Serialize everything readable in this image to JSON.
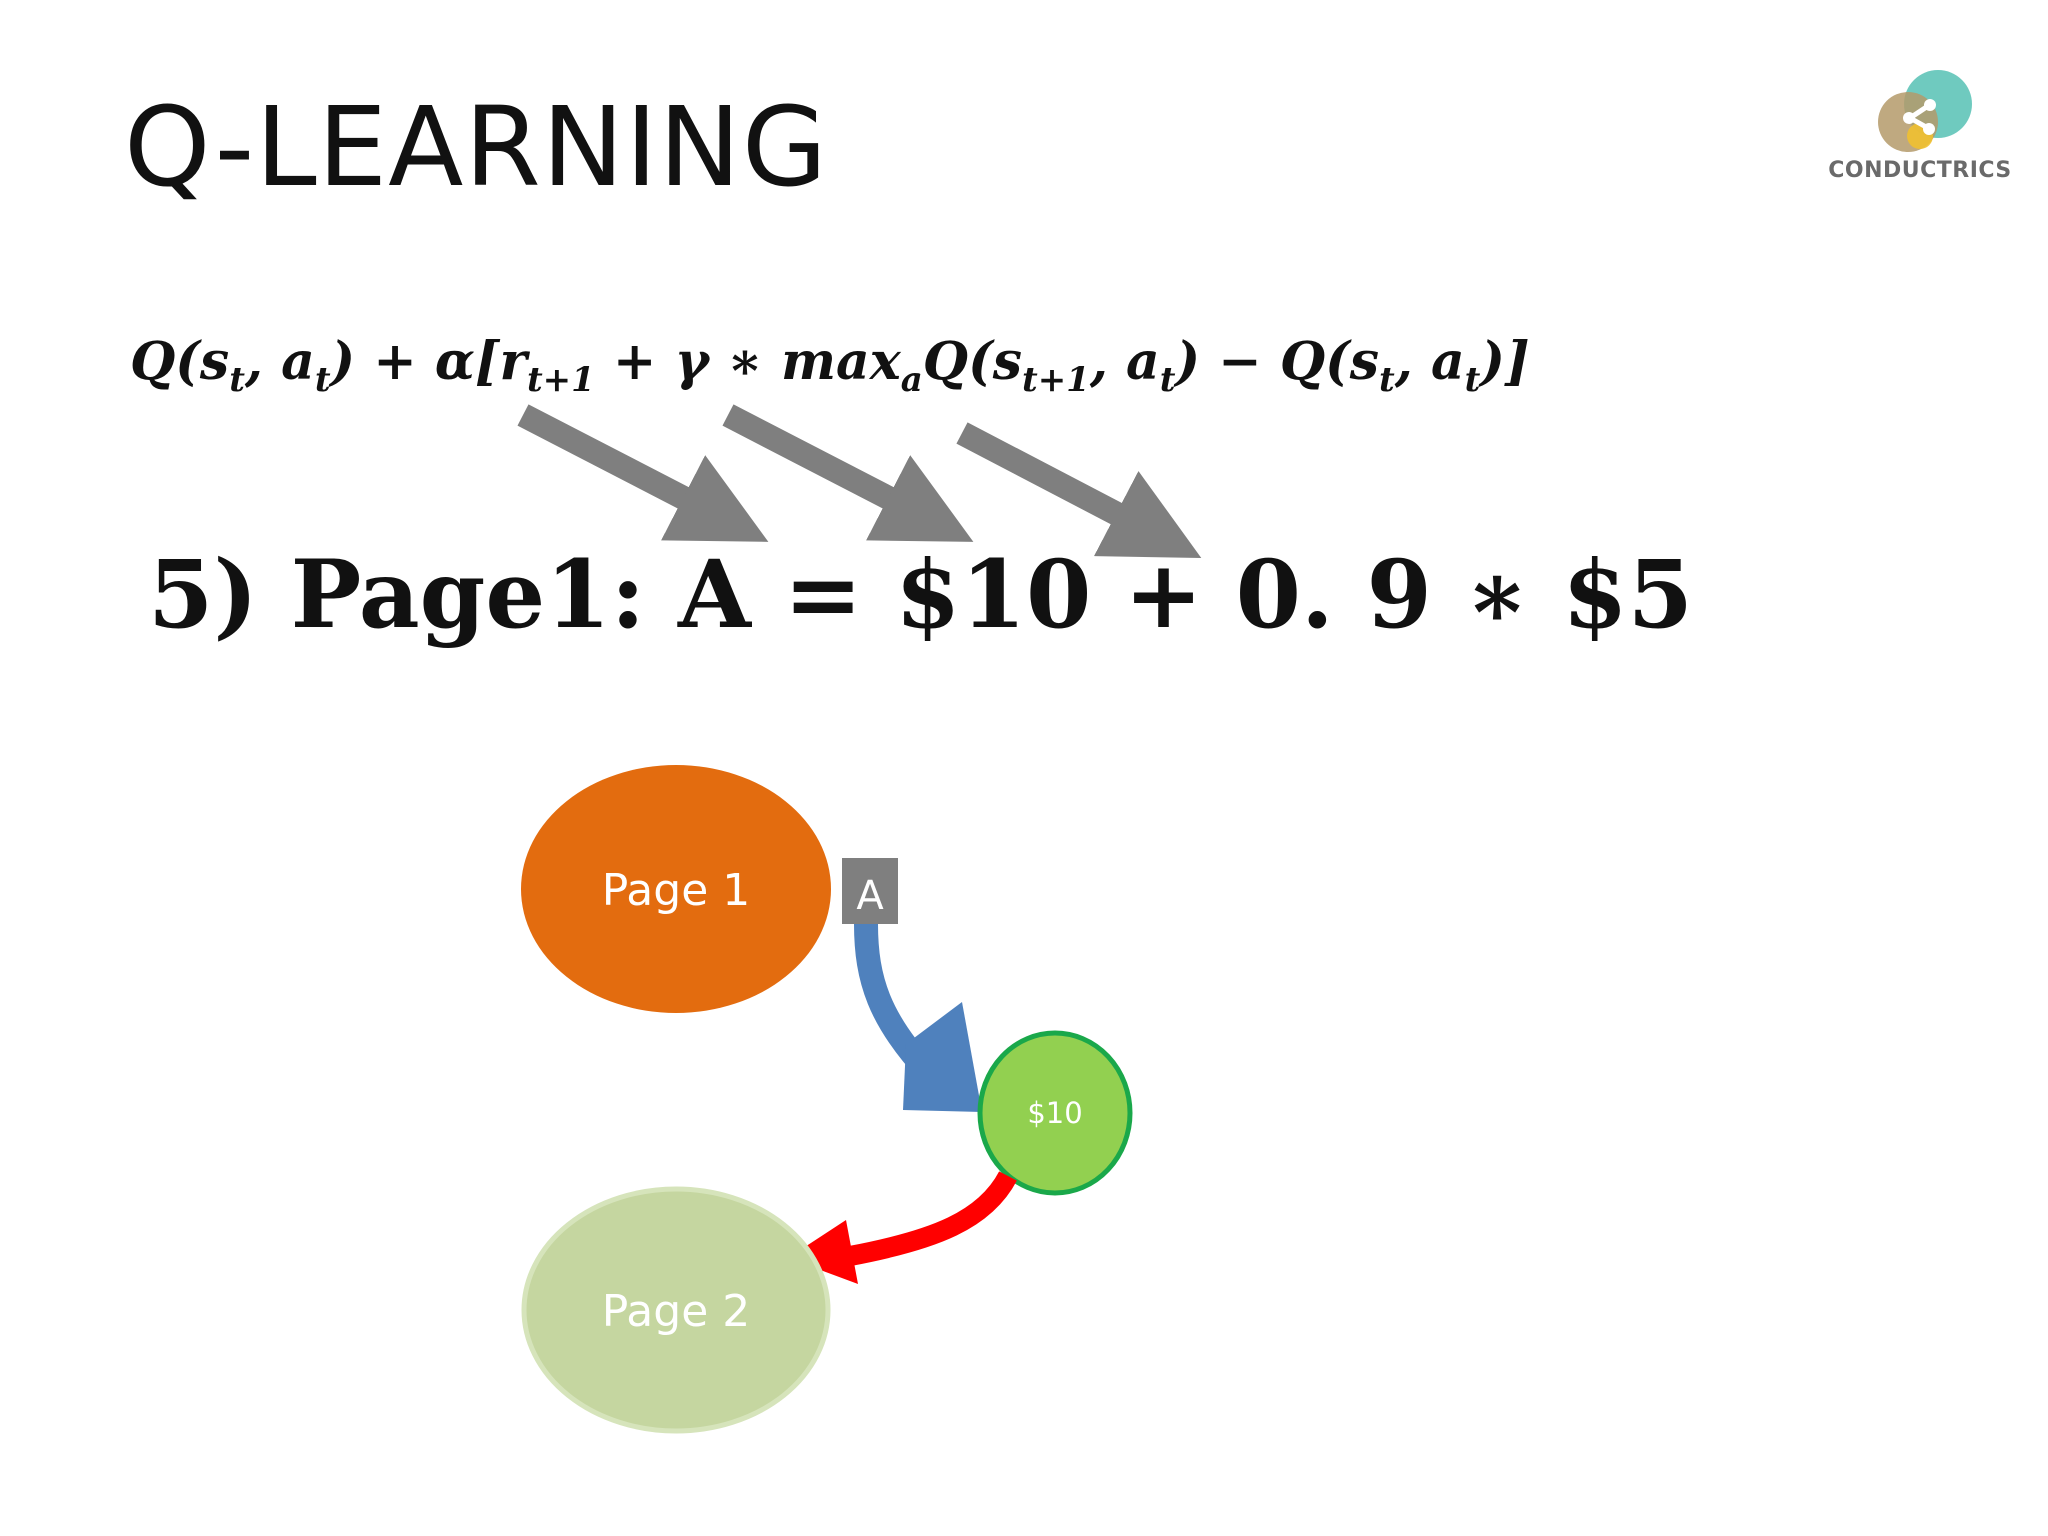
{
  "slide": {
    "title": "Q-LEARNING",
    "logo": {
      "text": "CONDUCTRICS",
      "icon": "share-icon",
      "colors": {
        "teal": "#5fc4b8",
        "tan": "#b49a6a",
        "yellow": "#f0c030",
        "text": "#6a6a6a"
      }
    }
  },
  "formula": {
    "q1": "Q(s",
    "t1": "t",
    "comma1": ", a",
    "t2": "t",
    "close1": ") +  α[r",
    "t1sub": "t+1",
    "gamma": " + γ ∗ max",
    "a_sub": "a",
    "q2": "Q(s",
    "t1sub2": "t+1",
    "comma2": ", a",
    "t3": "t",
    "minus": ") − Q(s",
    "t4": "t",
    "comma3": ", a",
    "t5": "t",
    "close2": ")]"
  },
  "equation": {
    "text": "5) Page1: A = $10 + 0. 9 ∗ $5"
  },
  "diagram": {
    "page1": {
      "label": "Page 1",
      "color": "#e06b10"
    },
    "action": {
      "label": "A",
      "color": "#7f7f7f"
    },
    "reward": {
      "label": "$10",
      "fill": "#92d050",
      "stroke": "#1aa84a"
    },
    "page2": {
      "label": "Page 2",
      "fill": "#c5d6a0",
      "stroke": "#d6e4bb"
    },
    "arrow_colors": {
      "pointer": "#7f7f7f",
      "transition": "#4f81bd",
      "next": "#ff0000"
    }
  }
}
